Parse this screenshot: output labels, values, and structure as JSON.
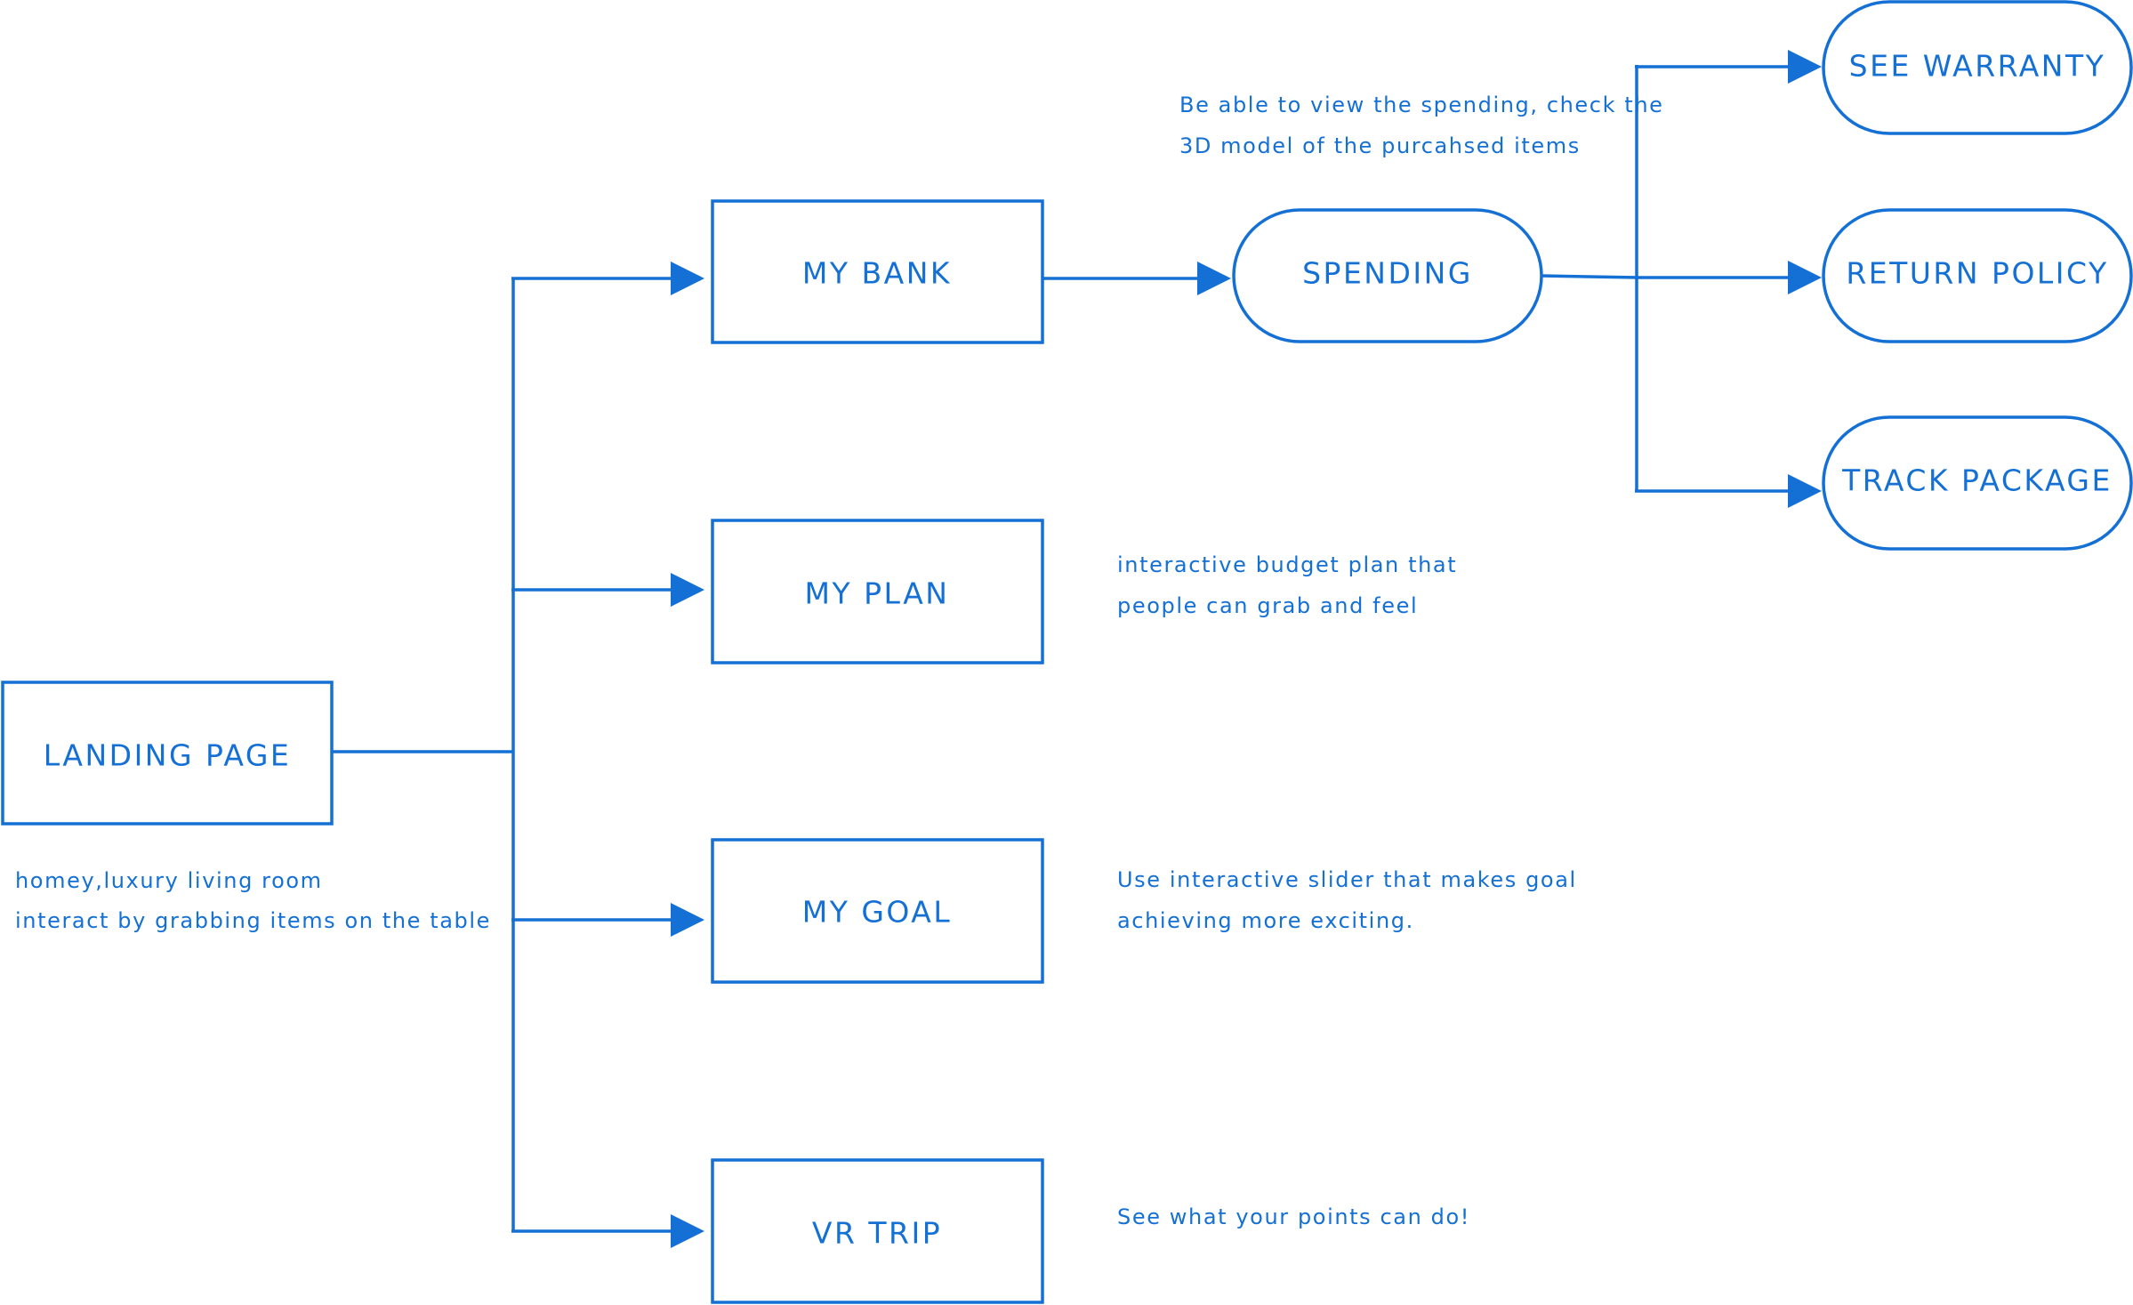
{
  "colors": {
    "line": "#1470d4",
    "background": "#ffffff"
  },
  "nodes": {
    "landing_page": "LANDING PAGE",
    "my_bank": "MY BANK",
    "my_plan": "MY PLAN",
    "my_goal": "MY GOAL",
    "vr_trip": "VR TRIP",
    "spending": "SPENDING",
    "see_warranty": "SEE WARRANTY",
    "return_policy": "RETURN POLICY",
    "track_package": "TRACK PACKAGE"
  },
  "notes": {
    "landing_page": [
      "homey,luxury living room",
      "interact by grabbing items on the table"
    ],
    "spending": [
      "Be able to view the spending, check the",
      "3D model of the purcahsed items"
    ],
    "my_plan": [
      "interactive budget plan that",
      "people can grab and feel"
    ],
    "my_goal": [
      "Use interactive slider that makes goal",
      "achieving more exciting."
    ],
    "vr_trip": [
      "See what your points can do!"
    ]
  }
}
